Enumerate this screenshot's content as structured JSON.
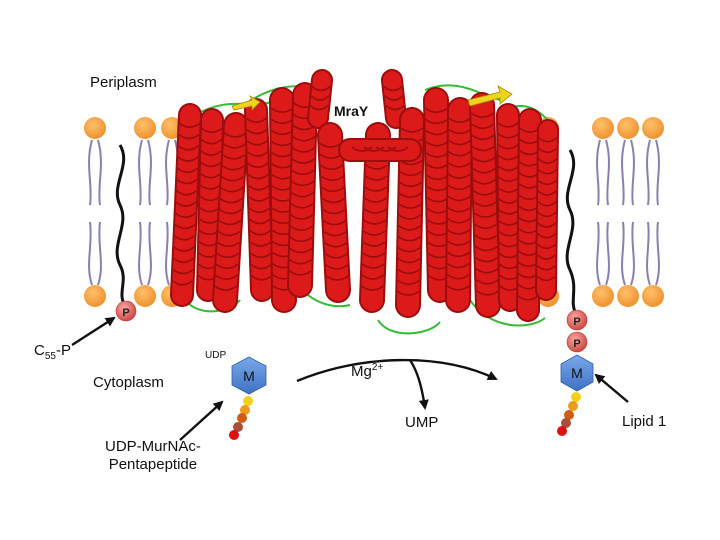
{
  "labels": {
    "periplasm": "Periplasm",
    "cytoplasm": "Cytoplasm",
    "protein": "MraY",
    "c55_base": "C",
    "c55_sub": "55",
    "c55_tail": "-P",
    "udp_small": "UDP",
    "udp_mur_line1": "UDP-MurNAc-",
    "udp_mur_line2": "Pentapeptide",
    "mg_base": "Mg",
    "mg_sup": "2+",
    "ump": "UMP",
    "lipid1": "Lipid 1"
  },
  "glyphs": {
    "phosphate": "P",
    "murnac": "M"
  },
  "colors": {
    "protein_red": "#dd1a1a",
    "protein_dark": "#9c0d0d",
    "loop_green": "#33bb33",
    "strand_yellow": "#f1d21c",
    "lipid_head": "#f7a540",
    "lipid_tail": "#8c7fb0",
    "phosphate": "#e2605c",
    "hexagon": "#5b8fd8",
    "peptide": [
      "#f5cf1a",
      "#ec9a1a",
      "#d35a14",
      "#a94e3a",
      "#e01010"
    ]
  }
}
